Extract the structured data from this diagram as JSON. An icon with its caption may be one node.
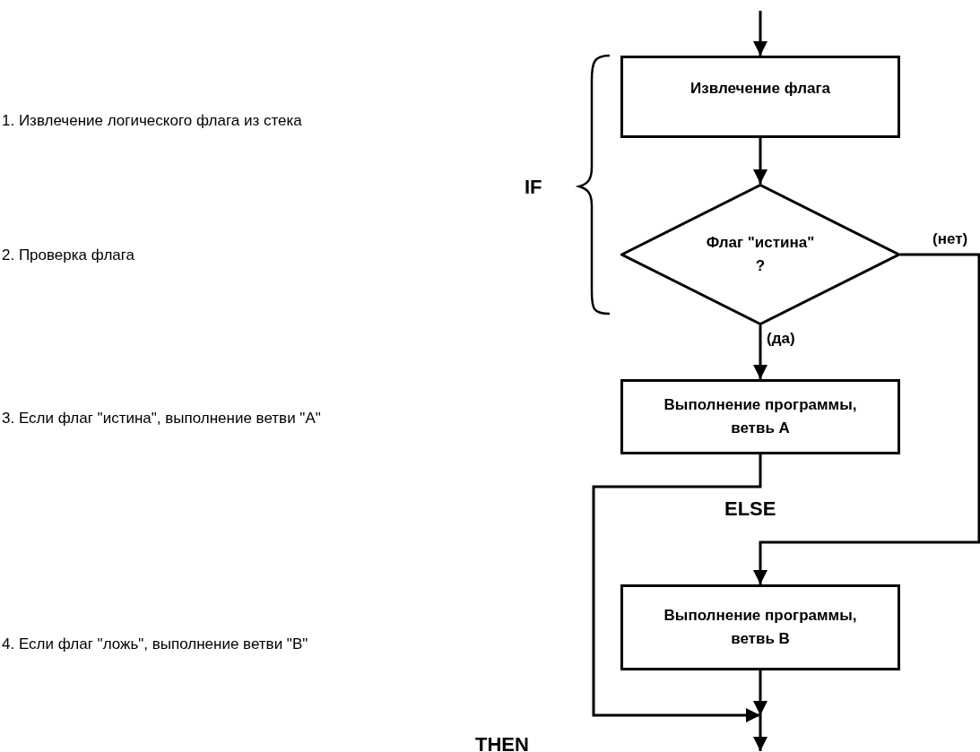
{
  "diagram": {
    "nodes": [
      {
        "text": [
          "Извлечение флага"
        ]
      },
      {
        "text": [
          "Флаг \"истина\" ?"
        ]
      },
      {
        "text": [
          "Выполнение программы, ветвь A"
        ]
      },
      {
        "text": [
          "Выполнение программы, ветвь B"
        ]
      }
    ],
    "edges": [
      {
        "from": null,
        "to": 0,
        "arrow": "to"
      },
      {
        "from": 0,
        "to": 1,
        "arrow": "to"
      },
      {
        "from": 1,
        "to": 2,
        "arrow": "to",
        "label": "(да)"
      },
      {
        "from": 1,
        "to": 3,
        "arrow": "to",
        "label": "(нет)"
      },
      {
        "from": 2,
        "to": null,
        "arrow": "to"
      },
      {
        "from": 3,
        "to": null,
        "arrow": "to"
      }
    ],
    "labels": [
      "1. Извлечение логического флага из стека",
      "IF",
      "2. Проверка флага",
      "3. Если флаг \"истина\", выполнение ветви \"A\"",
      "ELSE",
      "4. Если флаг \"ложь\", выполнение ветви \"B\"",
      "THEN"
    ]
  }
}
